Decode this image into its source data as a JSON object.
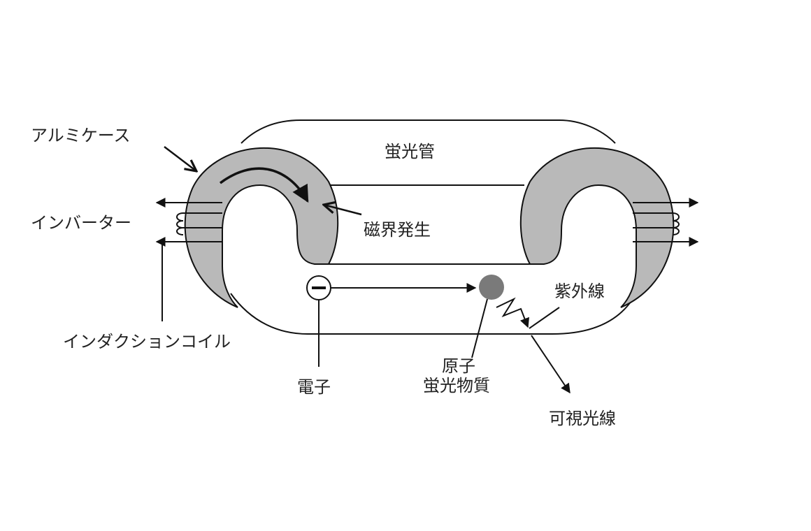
{
  "labels": {
    "aluminum_case": "アルミケース",
    "inverter": "インバーター",
    "induction_coil": "インダクションコイル",
    "fluorescent_tube": "蛍光管",
    "magnetic_field": "磁界発生",
    "ultraviolet": "紫外線",
    "electron": "電子",
    "atom": "原子",
    "phosphor": "蛍光物質",
    "visible_light": "可視光線"
  },
  "colors": {
    "ring": "#b9b9b9",
    "atom": "#7a7a7a",
    "line": "#111111"
  }
}
